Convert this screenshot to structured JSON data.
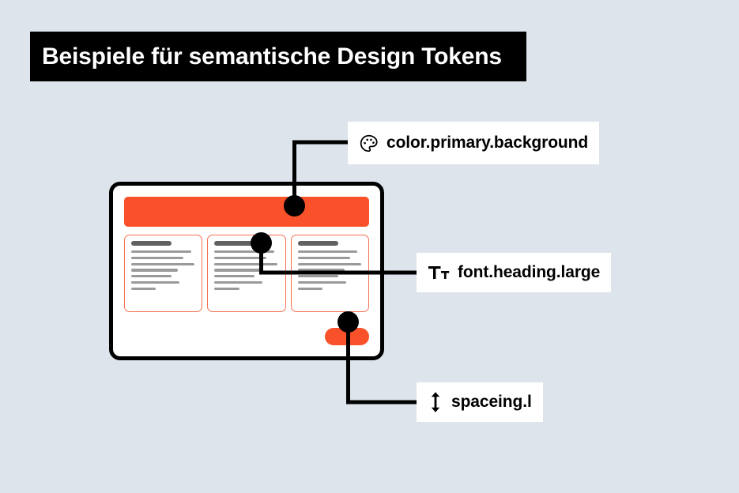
{
  "page": {
    "title": "Beispiele für semantische Design Tokens",
    "background_color": "#dee4ec"
  },
  "colors": {
    "accent_orange": "#f9522a",
    "card_border_orange": "#f4704f",
    "ink_black": "#000000",
    "card_heading_grey": "#616161",
    "card_line_grey": "#9a9a9a",
    "surface_white": "#ffffff"
  },
  "mockup": {
    "name": "ui-mockup-window",
    "hero_bar": {
      "name": "hero-banner",
      "color": "#f9522a"
    },
    "cards": [
      {
        "name": "content-card-1",
        "heading_width": "62%",
        "line_widths": [
          "92%",
          "80%",
          "97%",
          "72%",
          "62%",
          "74%",
          "38%"
        ]
      },
      {
        "name": "content-card-2",
        "heading_width": "62%",
        "line_widths": [
          "92%",
          "80%",
          "97%",
          "72%",
          "62%",
          "74%",
          "38%"
        ]
      },
      {
        "name": "content-card-3",
        "heading_width": "62%",
        "line_widths": [
          "92%",
          "80%",
          "97%",
          "72%",
          "62%",
          "74%",
          "38%"
        ]
      }
    ],
    "cta_button": {
      "name": "primary-action-button",
      "color": "#f9522a",
      "label": ""
    }
  },
  "callouts": [
    {
      "id": "callout-1",
      "token": "color.primary.background",
      "icon": "palette-icon",
      "target": "hero-banner"
    },
    {
      "id": "callout-2",
      "token": "font.heading.large",
      "icon": "typography-icon",
      "target": "card-heading"
    },
    {
      "id": "callout-3",
      "token": "spaceing.l",
      "icon": "vertical-arrows-icon",
      "target": "button-spacing"
    }
  ]
}
